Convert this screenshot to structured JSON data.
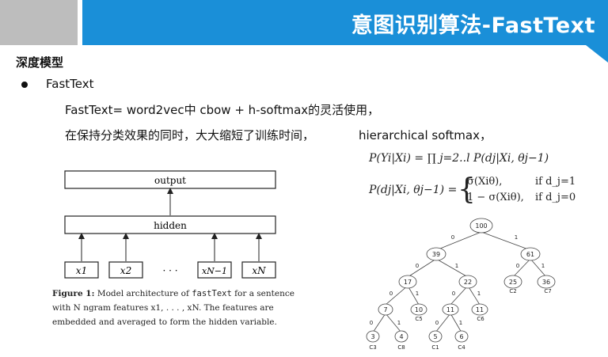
{
  "header": {
    "title": "意图识别算法-FastText"
  },
  "section": {
    "title": "深度模型"
  },
  "bullet": {
    "label": "FastText"
  },
  "lines": {
    "line1": "FastText= word2vec中 cbow + h-softmax的灵活使用，",
    "line2": "在保持分类效果的同时，大大缩短了训练时间，",
    "hs_label": "hierarchical softmax，"
  },
  "formulas": {
    "f1": "P(Yi|Xi) = ∏ j=2..l P(dj|Xi, θj−1)",
    "f2_lhs": "P(dj|Xi, θj−1) =",
    "f2_case1": "σ(Xiθ),",
    "f2_case1_cond": "if d_j=1",
    "f2_case2": "1 − σ(Xiθ),",
    "f2_case2_cond": "if d_j=0"
  },
  "figure": {
    "output_label": "output",
    "hidden_label": "hidden",
    "inputs": [
      "x1",
      "x2",
      "xN−1",
      "xN"
    ],
    "ellipsis": "· · ·",
    "caption_bold": "Figure 1:",
    "caption_rest_1": " Model architecture of ",
    "caption_code": "fastText",
    "caption_rest_2": " for a sentence with N ngram features x1, . . . , xN. The features are embedded and averaged to form the hidden variable."
  },
  "tree": {
    "nodes": [
      "100",
      "39",
      "61",
      "17",
      "22",
      "25",
      "36",
      "7",
      "10",
      "11",
      "11",
      "3",
      "4",
      "5",
      "6"
    ],
    "leaf_labels": [
      "C2",
      "C7",
      "C5",
      "C6",
      "C3",
      "C8",
      "C1",
      "C4"
    ],
    "edge_labels": [
      "0",
      "1"
    ]
  },
  "colors": {
    "accent": "#1a8fd8",
    "gray": "#bdbdbd"
  }
}
